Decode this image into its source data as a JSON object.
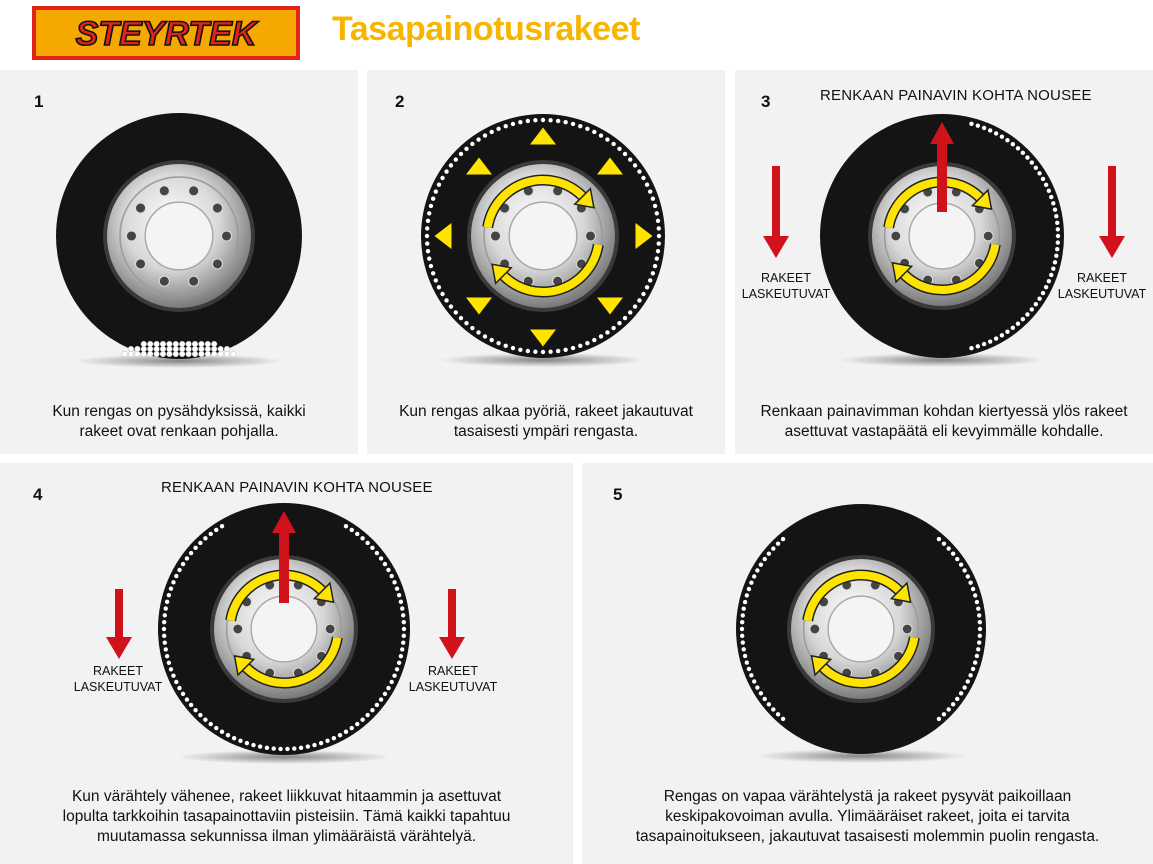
{
  "header": {
    "logo_text": "STEYRTEK",
    "title": "Tasapainotusrakeet"
  },
  "panels": [
    {
      "number": "1",
      "caption_lines": [
        "Kun rengas on pysähdyksissä, kaikki",
        "rakeet ovat renkaan pohjalla."
      ]
    },
    {
      "number": "2",
      "caption_lines": [
        "Kun rengas alkaa pyöriä, rakeet jakautuvat",
        "tasaisesti ympäri rengasta."
      ]
    },
    {
      "number": "3",
      "heading": "RENKAAN PAINAVIN KOHTA NOUSEE",
      "side_left": [
        "RAKEET",
        "LASKEUTUVAT"
      ],
      "side_right": [
        "RAKEET",
        "LASKEUTUVAT"
      ],
      "caption_lines": [
        "Renkaan painavimman kohdan kiertyessä ylös rakeet",
        "asettuvat vastapäätä eli kevyimmälle kohdalle."
      ]
    },
    {
      "number": "4",
      "heading": "RENKAAN PAINAVIN KOHTA NOUSEE",
      "side_left": [
        "RAKEET",
        "LASKEUTUVAT"
      ],
      "side_right": [
        "RAKEET",
        "LASKEUTUVAT"
      ],
      "caption_lines": [
        "Kun värähtely vähenee, rakeet liikkuvat hitaammin ja asettuvat",
        "lopulta tarkkoihin tasapainottaviin pisteisiin. Tämä kaikki tapahtuu",
        "muutamassa sekunnissa ilman ylimääräistä värähtelyä."
      ]
    },
    {
      "number": "5",
      "caption_lines": [
        "Rengas on vapaa värähtelystä ja rakeet pysyvät paikoillaan",
        "keskipakovoiman avulla. Ylimääräiset rakeet, joita ei tarvita",
        "tasapainoitukseen, jakautuvat tasaisesti molemmin puolin rengasta."
      ]
    }
  ],
  "colors": {
    "title": "#f7b500",
    "logo_bg": "#f5a800",
    "logo_red": "#e2231a",
    "panel_bg": "#f2f2f2",
    "tire": "#141414",
    "red_arrow": "#d0121b",
    "yellow": "#ffe400"
  },
  "icons": {
    "wheel": "tire-wheel-icon",
    "arrow_up": "arrow-up-icon",
    "arrow_down": "arrow-down-icon",
    "rotation": "rotation-arrows-icon",
    "triangle": "triangle-icon"
  }
}
